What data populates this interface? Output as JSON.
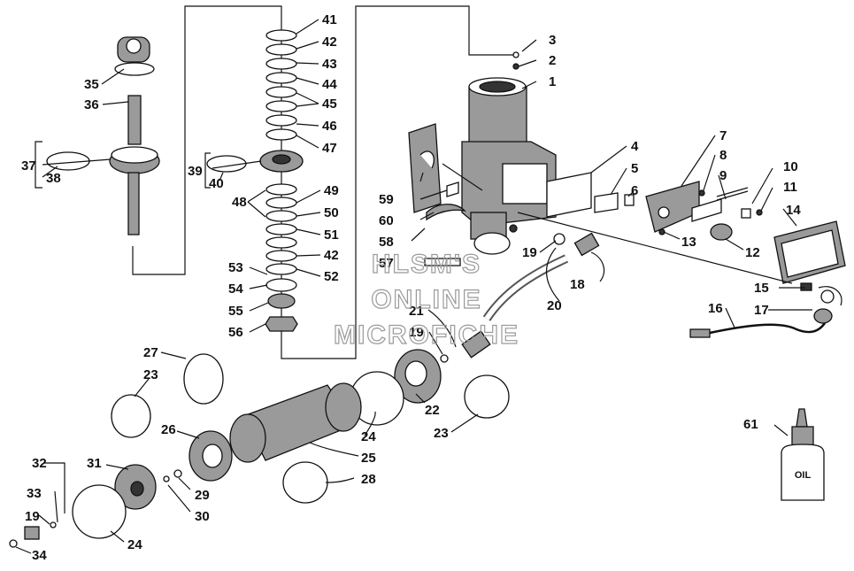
{
  "watermark": {
    "line1": "HLSM'S",
    "line2": "ONLINE",
    "line3": "MICROFICHE"
  },
  "oil_bottle_label": "OIL",
  "callouts": {
    "c1": "1",
    "c2": "2",
    "c3": "3",
    "c4": "4",
    "c5": "5",
    "c6": "6",
    "c7": "7",
    "c8": "8",
    "c9": "9",
    "c10": "10",
    "c11": "11",
    "c12": "12",
    "c13": "13",
    "c14": "14",
    "c15": "15",
    "c16": "16",
    "c17": "17",
    "c18": "18",
    "c19a": "19",
    "c19b": "19",
    "c19c": "19",
    "c20": "20",
    "c21": "21",
    "c22": "22",
    "c23a": "23",
    "c23b": "23",
    "c24a": "24",
    "c24b": "24",
    "c25": "25",
    "c26": "26",
    "c27": "27",
    "c28": "28",
    "c29": "29",
    "c30": "30",
    "c31": "31",
    "c32": "32",
    "c33": "33",
    "c34": "34",
    "c35": "35",
    "c36": "36",
    "c37": "37",
    "c38": "38",
    "c39": "39",
    "c40": "40",
    "c41": "41",
    "c42a": "42",
    "c42b": "42",
    "c43": "43",
    "c44": "44",
    "c45": "45",
    "c46": "46",
    "c47": "47",
    "c48": "48",
    "c49": "49",
    "c50": "50",
    "c51": "51",
    "c52": "52",
    "c53": "53",
    "c54": "54",
    "c55": "55",
    "c56": "56",
    "c57": "57",
    "c58": "58",
    "c59": "59",
    "c60": "60",
    "c61": "61"
  }
}
